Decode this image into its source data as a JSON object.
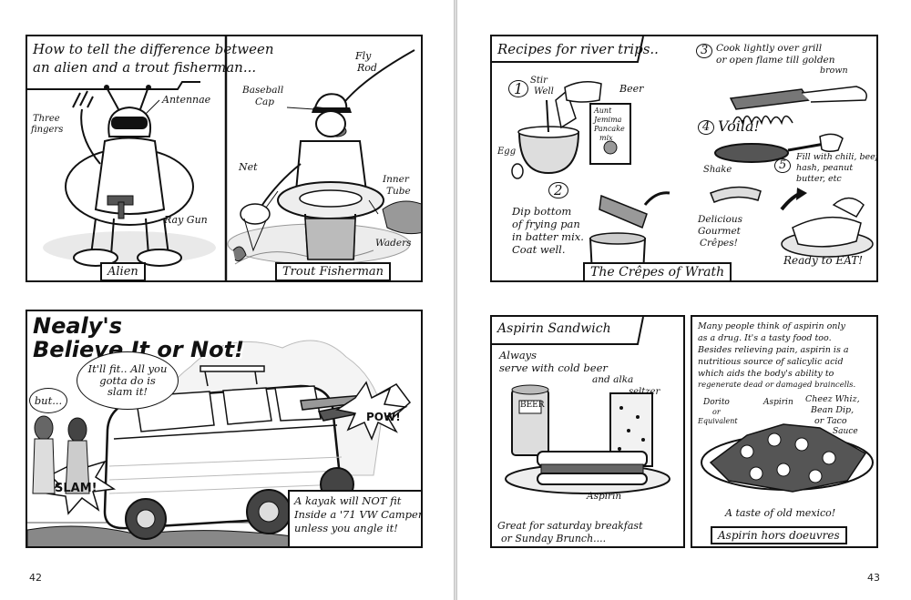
{
  "left_page": {
    "number": "42",
    "panel_alien": {
      "title_line1": "How to tell the difference between",
      "title_line2": "an alien and a trout fisherman...",
      "label_antennae": "Antennae",
      "label_three_fingers_1": "Three",
      "label_three_fingers_2": "fingers",
      "label_ray_gun": "Ray Gun",
      "caption": "Alien"
    },
    "panel_fisherman": {
      "label_fly_rod_1": "Fly",
      "label_fly_rod_2": "Rod",
      "label_cap_1": "Baseball",
      "label_cap_2": "Cap",
      "label_net": "Net",
      "label_tube_1": "Inner",
      "label_tube_2": "Tube",
      "label_waders": "Waders",
      "caption": "Trout Fisherman"
    },
    "panel_kayak": {
      "headline_1": "Nealy's",
      "headline_2": "Believe It or Not!",
      "speech_main_1": "It'll fit.. All you",
      "speech_main_2": "gotta do is",
      "speech_main_3": "slam it!",
      "speech_but": "but...",
      "sfx_pow": "POW!",
      "sfx_slam": "SLAM!",
      "caption_1": "A kayak will NOT fit",
      "caption_2": "Inside a '71 VW Camper",
      "caption_3": "unless you angle it!"
    }
  },
  "right_page": {
    "number": "43",
    "panel_crepes": {
      "title": "Recipes for river trips..",
      "step1_num": "1",
      "step1_label_1": "Stir",
      "step1_label_2": "Well",
      "label_beer": "Beer",
      "label_egg": "Egg",
      "mix_box_1": "Aunt",
      "mix_box_2": "Jemima",
      "mix_box_3": "Pancake",
      "mix_box_4": "mix",
      "step2_num": "2",
      "step2_1": "Dip bottom",
      "step2_2": "of frying pan",
      "step2_3": "in batter mix.",
      "step2_4": "Coat well.",
      "step3_num": "3",
      "step3_1": "Cook lightly over grill",
      "step3_2": "or open flame till golden",
      "step3_3": "brown",
      "step4_num": "4",
      "step4": "Voila!",
      "label_shake": "Shake",
      "step5_num": "5",
      "step5_1": "Fill with chili, beef",
      "step5_2": "hash, peanut",
      "step5_3": "butter, etc",
      "delicious_1": "Delicious",
      "delicious_2": "Gourmet",
      "delicious_3": "Crêpes!",
      "ready": "Ready to EAT!",
      "caption": "The Crêpes of Wrath"
    },
    "panel_sandwich": {
      "title": "Aspirin Sandwich",
      "line1": "Always",
      "line2": "serve with cold beer",
      "line3": "and alka",
      "line4": "seltzer",
      "can_label": "BEER",
      "label_aspirin": "Aspirin",
      "bottom_1": "Great for saturday breakfast",
      "bottom_2": "or Sunday Brunch...."
    },
    "panel_hors": {
      "para_1": "Many people think of aspirin only",
      "para_2": "as a drug. It's a tasty food too.",
      "para_3": "Besides relieving pain, aspirin is a",
      "para_4": "nutritious source of salicylic acid",
      "para_5": "which aids the body's ability to",
      "para_6": "regenerate dead or damaged braincells.",
      "label_dorito_1": "Dorito",
      "label_dorito_2": "or",
      "label_dorito_3": "Equivalent",
      "label_aspirin": "Aspirin",
      "label_cheez_1": "Cheez Whiz,",
      "label_cheez_2": "Bean Dip,",
      "label_cheez_3": "or Taco",
      "label_cheez_4": "Sauce",
      "tagline": "A taste of old mexico!",
      "caption": "Aspirin hors doeuvres"
    }
  }
}
